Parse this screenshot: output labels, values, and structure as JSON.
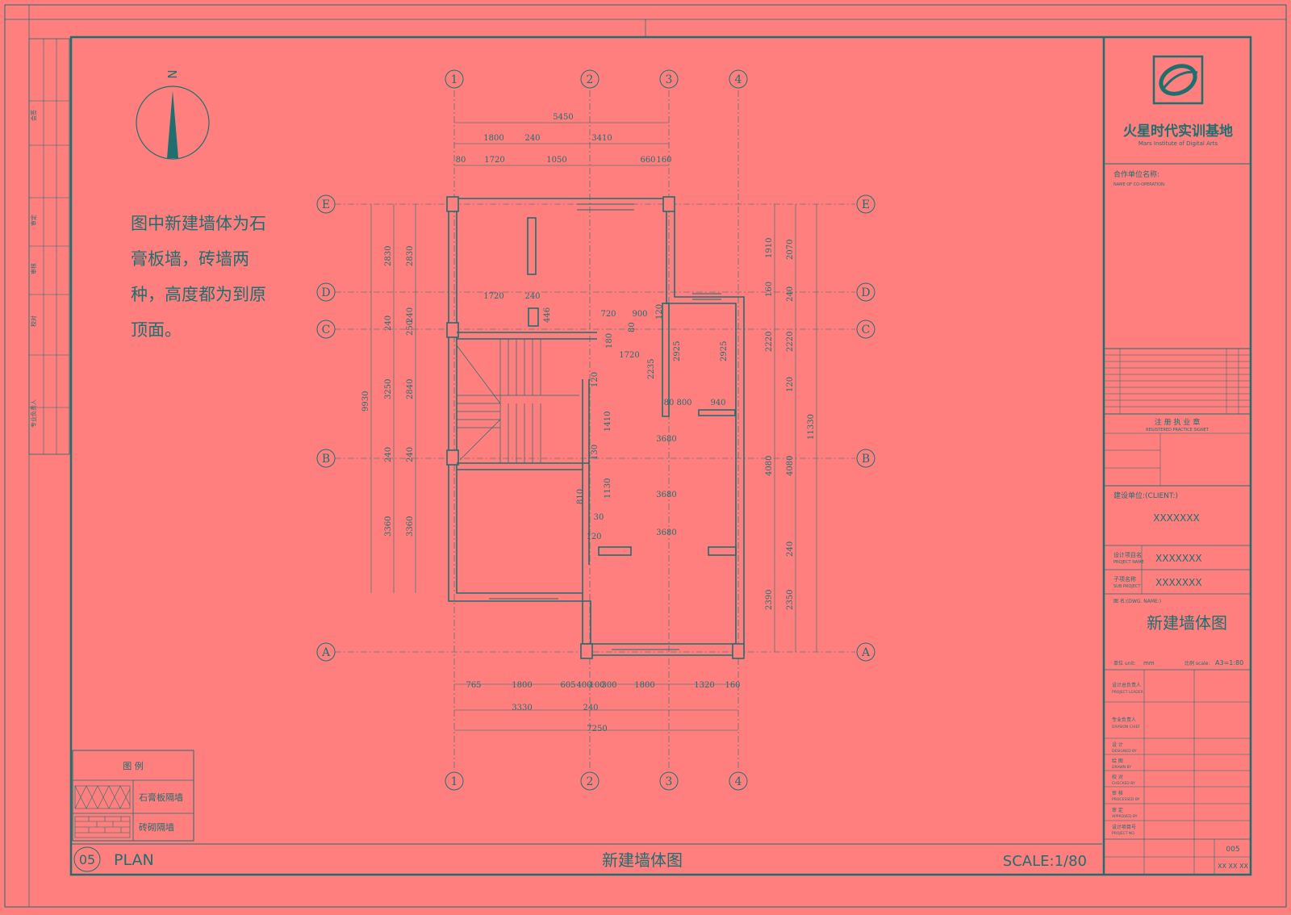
{
  "sheet": {
    "note": "图中新建墙体为石膏板墙，砖墙两种，高度都为到原顶面。",
    "sheet_no": "05",
    "plan_label": "PLAN",
    "bottom_title": "新建墙体图",
    "scale_label": "SCALE:1/80",
    "north": "N"
  },
  "legend": {
    "title": "图 例",
    "items": [
      "石膏板隔墙",
      "砖砌隔墙"
    ]
  },
  "left_strip": {
    "labels": [
      "专业负责人",
      "校对",
      "审核",
      "审定",
      "会签"
    ]
  },
  "grid": {
    "columns": [
      "1",
      "2",
      "3",
      "4"
    ],
    "rows": [
      "E",
      "D",
      "C",
      "B",
      "A"
    ]
  },
  "dimensions": {
    "top": [
      "5450",
      "1800",
      "240",
      "3410",
      "80",
      "1720",
      "1050",
      "660",
      "160"
    ],
    "bottom": [
      "765",
      "1800",
      "605",
      "400",
      "100",
      "300",
      "1800",
      "1320",
      "160",
      "3330",
      "240",
      "7250"
    ],
    "left": [
      "2830",
      "2830",
      "240",
      "250",
      "240",
      "9930",
      "3250",
      "2840",
      "240",
      "240",
      "3360",
      "3360"
    ],
    "right": [
      "1910",
      "2070",
      "160",
      "240",
      "2220",
      "2220",
      "120",
      "4080",
      "4080",
      "240",
      "2390",
      "2350",
      "11330"
    ],
    "inner": [
      "1720",
      "240",
      "446",
      "720",
      "900",
      "120",
      "80",
      "180",
      "1720",
      "2925",
      "2925",
      "2235",
      "120",
      "80",
      "800",
      "940",
      "1410",
      "3680",
      "130",
      "1130",
      "810",
      "3680",
      "30",
      "120",
      "3680"
    ]
  },
  "title_block": {
    "company_cn": "火星时代实训基地",
    "company_en": "Mars Institute of Digital Arts",
    "cooperation_label": "合作单位名称:",
    "cooperation_label_en": "NAME OF CO-OPERATION:",
    "stamp_label": "注 册 执 业 章",
    "stamp_label_en": "REGISTERED PRACTICE SIGNET",
    "client_label": "建设单位:(CLIENT:)",
    "client_value": "XXXXXXX",
    "project_label": "设计项目名",
    "project_label_en": "PROJECT NAME",
    "project_value": "XXXXXXX",
    "sub_project_label": "子项名称",
    "sub_project_label_en": "SUB PROJECT",
    "sub_project_value": "XXXXXXX",
    "drawing_name_label": "图 名:(DWG. NAME:)",
    "drawing_name": "新建墙体图",
    "unit_label": "单位 unit:",
    "unit_value": "mm",
    "scale_label": "比例 scale:",
    "scale_value": "A3=1:80",
    "roles": [
      "设计总负责人",
      "专业负责人",
      "设 计",
      "绘 图",
      "校 对",
      "审 核",
      "审 定",
      "设计项目号"
    ],
    "roles_en": [
      "PROJECT LEADER",
      "DIVISION CHIEF",
      "DESIGNED BY",
      "DRAWN BY",
      "CHECKED BY",
      "PROCESSED BY",
      "APPROVED BY",
      "PROJECT NO."
    ],
    "drawing_no": "005",
    "date": "XX XX XX"
  }
}
